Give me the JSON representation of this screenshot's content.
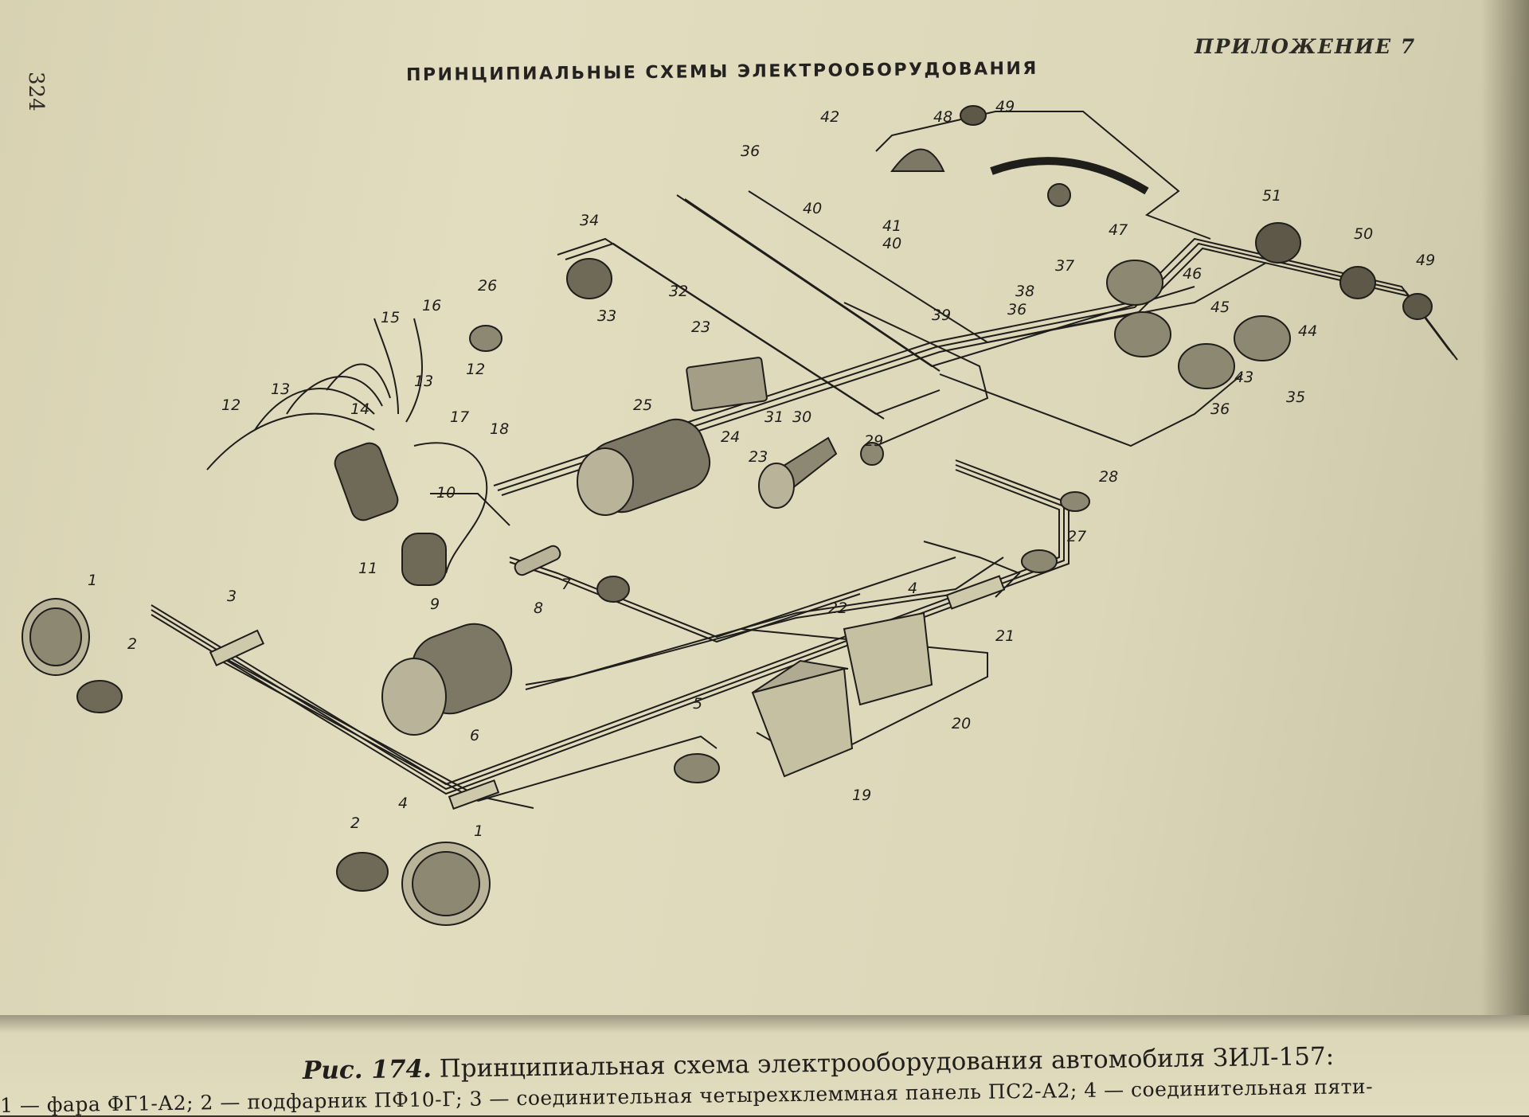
{
  "header": {
    "page_number": "324",
    "appendix": "ПРИЛОЖЕНИЕ 7",
    "title": "ПРИНЦИПИАЛЬНЫЕ СХЕМЫ ЭЛЕКТРООБОРУДОВАНИЯ"
  },
  "caption": {
    "figure": "Рис. 174.",
    "text": "Принципиальная схема электрооборудования автомобиля ЗИЛ-157:"
  },
  "legend_line": "1 — фара ФГ1-А2; 2 — подфарник ПФ10-Г; 3 — соединительная четырехклеммная панель ПС2-А2; 4 — соединительная пяти-",
  "labels": [
    "1",
    "2",
    "3",
    "4",
    "5",
    "6",
    "7",
    "8",
    "9",
    "10",
    "11",
    "12",
    "13",
    "14",
    "15",
    "16",
    "17",
    "18",
    "19",
    "20",
    "21",
    "22",
    "23",
    "24",
    "25",
    "26",
    "27",
    "28",
    "29",
    "30",
    "31",
    "32",
    "33",
    "34",
    "35",
    "36",
    "37",
    "38",
    "39",
    "40",
    "41",
    "42",
    "43",
    "44",
    "45",
    "46",
    "47",
    "48",
    "49",
    "50",
    "51"
  ],
  "colors": {
    "paper": "#e0dabd",
    "ink": "#1f1e1b"
  }
}
